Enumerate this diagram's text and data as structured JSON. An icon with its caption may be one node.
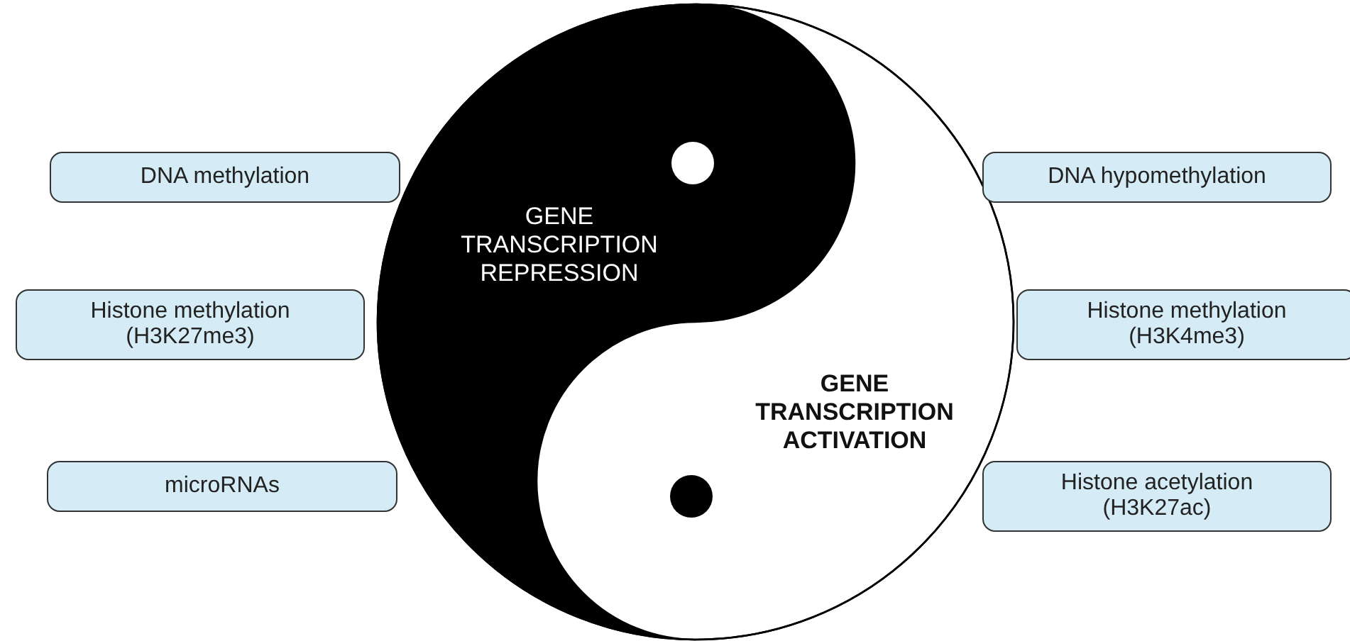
{
  "diagram": {
    "nodes": [
      {
        "text": [
          "GENE TRANSCRIPTION REPRESSION"
        ]
      },
      {
        "text": [
          "GENE TRANSCRIPTION ACTIVATION"
        ]
      },
      {
        "text": [
          "DNA methylation"
        ]
      },
      {
        "text": [
          "Histone methylation (H3K27me3)"
        ]
      },
      {
        "text": [
          "microRNAs"
        ]
      },
      {
        "text": [
          "DNA hypomethylation"
        ]
      },
      {
        "text": [
          "Histone methylation (H3K4me3)"
        ]
      },
      {
        "text": [
          "Histone acetylation (H3K27ac)"
        ]
      }
    ],
    "edges": []
  }
}
